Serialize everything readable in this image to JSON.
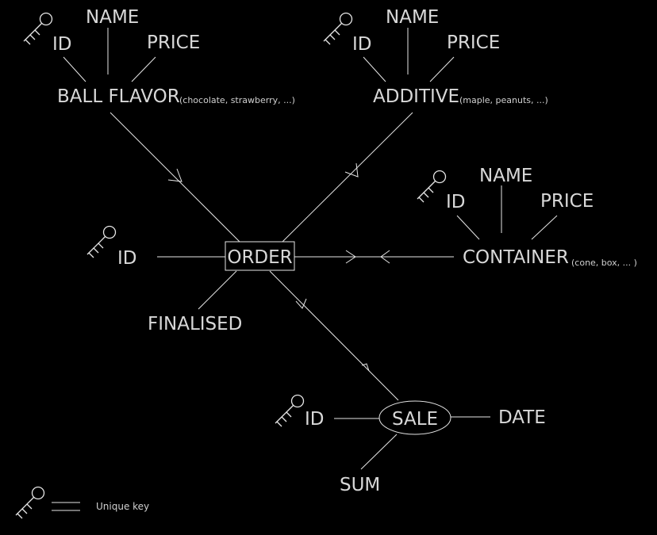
{
  "entities": {
    "ball_flavor": {
      "name": "BALL FLAVOR",
      "note": "(chocolate, strawberry, ...)"
    },
    "additive": {
      "name": "ADDITIVE",
      "note": "(maple, peanuts, ...)"
    },
    "container": {
      "name": "CONTAINER",
      "note": "(cone, box, ... )"
    },
    "order": {
      "name": "ORDER"
    },
    "sale": {
      "name": "SALE"
    }
  },
  "attributes": {
    "ball_flavor_id": "ID",
    "ball_flavor_name": "NAME",
    "ball_flavor_price": "PRICE",
    "additive_id": "ID",
    "additive_name": "NAME",
    "additive_price": "PRICE",
    "container_id": "ID",
    "container_name": "NAME",
    "container_price": "PRICE",
    "order_id": "ID",
    "order_finalised": "FINALISED",
    "sale_id": "ID",
    "sale_date": "DATE",
    "sale_sum": "SUM"
  },
  "legend": {
    "unique_key_label": "Unique key"
  },
  "colors": {
    "background": "#000000",
    "line": "#e6e6e6",
    "text": "#d8d8d8"
  },
  "icons": {
    "key": "key-icon"
  }
}
